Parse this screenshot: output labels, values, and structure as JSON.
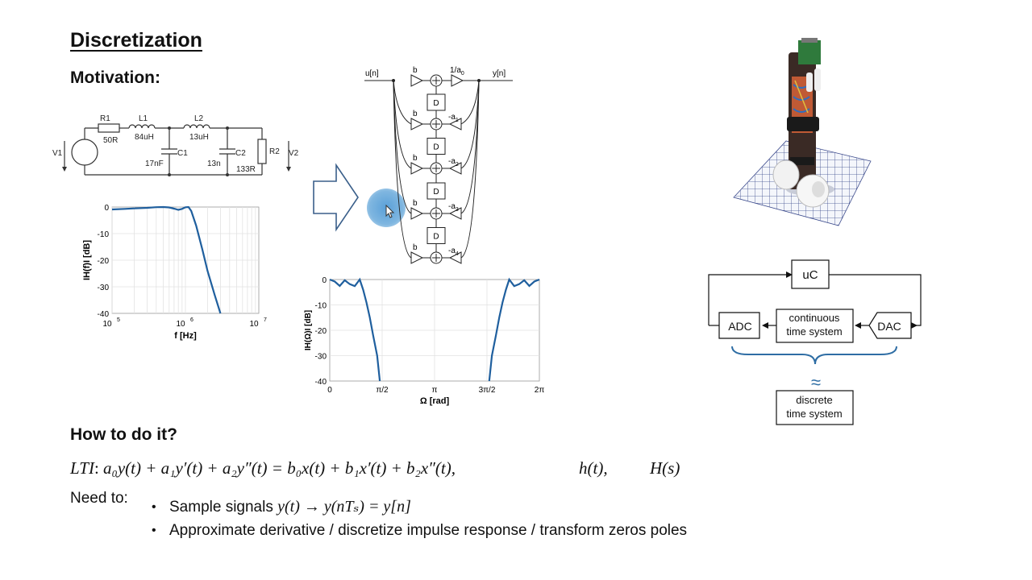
{
  "slide": {
    "title": "Discretization",
    "motivation_heading": "Motivation:",
    "how_heading": "How to do it?",
    "lti_label": "LTI",
    "lti_equation": "a₀y(t) + a₁y′(t) + a₂y″(t) = b₀x(t) + b₁x′(t) + b₂x″(t),",
    "impulse_response": "h(t),",
    "transfer_function": "H(s)",
    "need_to": "Need to:",
    "bullets": [
      {
        "text": "Sample signals ",
        "math": "y(t) → y(nTₛ) = y[n]"
      },
      {
        "text": "Approximate derivative / discretize impulse response / transform zeros poles",
        "math": ""
      }
    ]
  },
  "circuit": {
    "labels": {
      "R1": "R1",
      "R1v": "50R",
      "L1": "L1",
      "L1v": "84uH",
      "L2": "L2",
      "L2v": "13uH",
      "C1": "C1",
      "C1v": "17nF",
      "C2": "C2",
      "C2v": "13n",
      "R2": "R2",
      "R2v": "133R",
      "V1": "V1",
      "V2": "V2"
    }
  },
  "filter_diagram": {
    "input": "u[n]",
    "output": "y[n]",
    "delay": "D",
    "b": [
      "b0",
      "b1",
      "b2",
      "b3",
      "b4"
    ],
    "a": [
      "1/a0",
      "-a1",
      "-a2",
      "-a3",
      "-a4"
    ]
  },
  "chart_data": [
    {
      "type": "line",
      "xlabel": "f [Hz]",
      "ylabel": "IH(f)I [dB]",
      "xscale": "log",
      "xlim": [
        100000,
        10000000
      ],
      "ylim": [
        -40,
        0
      ],
      "xticks": [
        "10^5",
        "10^6",
        "10^7"
      ],
      "yticks": [
        "0",
        "-10",
        "-20",
        "-30",
        "-40"
      ],
      "grid": true,
      "series": [
        {
          "color": "#1f5f9e",
          "x": [
            100000,
            150000,
            200000,
            300000,
            400000,
            500000,
            600000,
            700000,
            800000,
            900000,
            1000000,
            1100000,
            1200000,
            1400000,
            1700000,
            2000000,
            2500000,
            3000000
          ],
          "y": [
            -0.9,
            -0.7,
            -0.5,
            -0.3,
            -0.05,
            0.0,
            -0.15,
            -0.6,
            -1.05,
            -0.7,
            -0.1,
            0.0,
            -1.5,
            -7,
            -16,
            -24,
            -33,
            -40
          ]
        }
      ]
    },
    {
      "type": "line",
      "xlabel": "Ω [rad]",
      "ylabel": "IH(Ω)I [dB]",
      "xlim": [
        0,
        6.2832
      ],
      "ylim": [
        -40,
        0
      ],
      "xticks": [
        "0",
        "π/2",
        "π",
        "3π/2",
        "2π"
      ],
      "yticks": [
        "0",
        "-10",
        "-20",
        "-30",
        "-40"
      ],
      "grid": true,
      "series": [
        {
          "color": "#1f5f9e",
          "x": [
            0,
            0.15,
            0.3,
            0.45,
            0.6,
            0.75,
            0.9,
            1.0,
            1.1,
            1.2,
            1.3,
            1.42,
            1.5,
            4.78,
            4.86,
            4.98,
            5.08,
            5.18,
            5.28,
            5.38,
            5.53,
            5.68,
            5.83,
            5.98,
            6.13,
            6.2832
          ],
          "y": [
            0,
            -0.8,
            -2.5,
            -0.3,
            -1.8,
            -2.6,
            0,
            -4,
            -9,
            -15,
            -22,
            -30,
            -40,
            -40,
            -30,
            -22,
            -15,
            -9,
            -4,
            0,
            -2.6,
            -1.8,
            -0.3,
            -2.5,
            -0.8,
            0
          ]
        }
      ]
    }
  ],
  "block_diagram": {
    "uc": "uC",
    "adc": "ADC",
    "dac": "DAC",
    "continuous_line1": "continuous",
    "continuous_line2": "time system",
    "approx": "≈",
    "discrete_line1": "discrete",
    "discrete_line2": "time system"
  },
  "colors": {
    "curve": "#1f5f9e",
    "brace": "#2e6da4",
    "cursor_highlight": "#5aa0d8"
  }
}
